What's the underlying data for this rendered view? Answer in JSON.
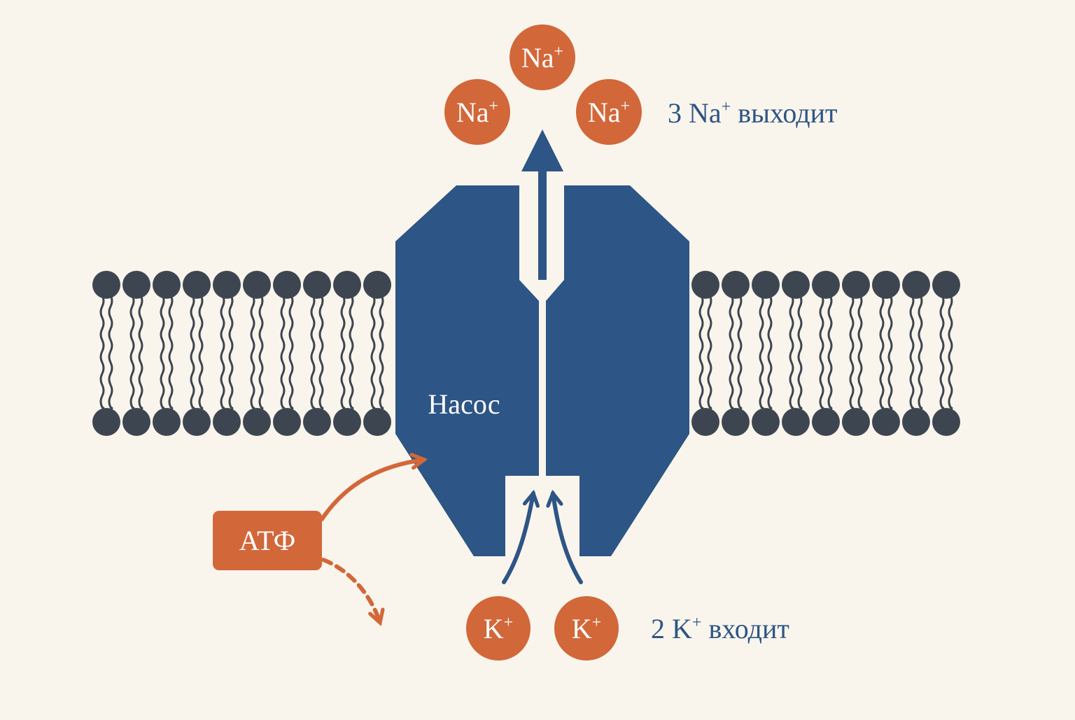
{
  "colors": {
    "background": "#faf5ec",
    "membrane": "#3d4650",
    "pump": "#2d5585",
    "ion": "#d2673a",
    "atp": "#d2673a",
    "label": "#2d5585"
  },
  "pump": {
    "label": "Насос"
  },
  "na_ions": [
    {
      "symbol": "Na",
      "charge": "+"
    },
    {
      "symbol": "Na",
      "charge": "+"
    },
    {
      "symbol": "Na",
      "charge": "+"
    }
  ],
  "k_ions": [
    {
      "symbol": "K",
      "charge": "+"
    },
    {
      "symbol": "K",
      "charge": "+"
    }
  ],
  "na_label": {
    "count": "3 Na",
    "charge": "+",
    "verb": " выходит"
  },
  "k_label": {
    "count": "2 K",
    "charge": "+",
    "verb": " входит"
  },
  "atp": {
    "label": "АТФ"
  }
}
